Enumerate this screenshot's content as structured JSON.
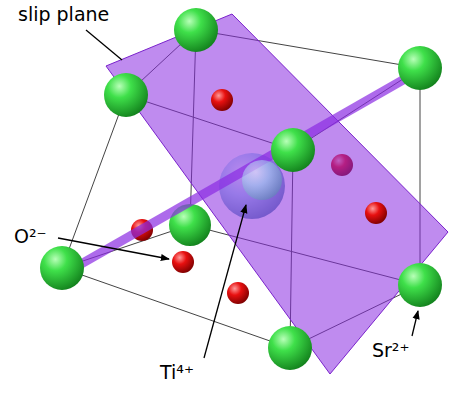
{
  "diagram": {
    "labels": [
      "slip plane",
      "O²⁻",
      "Ti⁴⁺",
      "Sr²⁺"
    ]
  }
}
